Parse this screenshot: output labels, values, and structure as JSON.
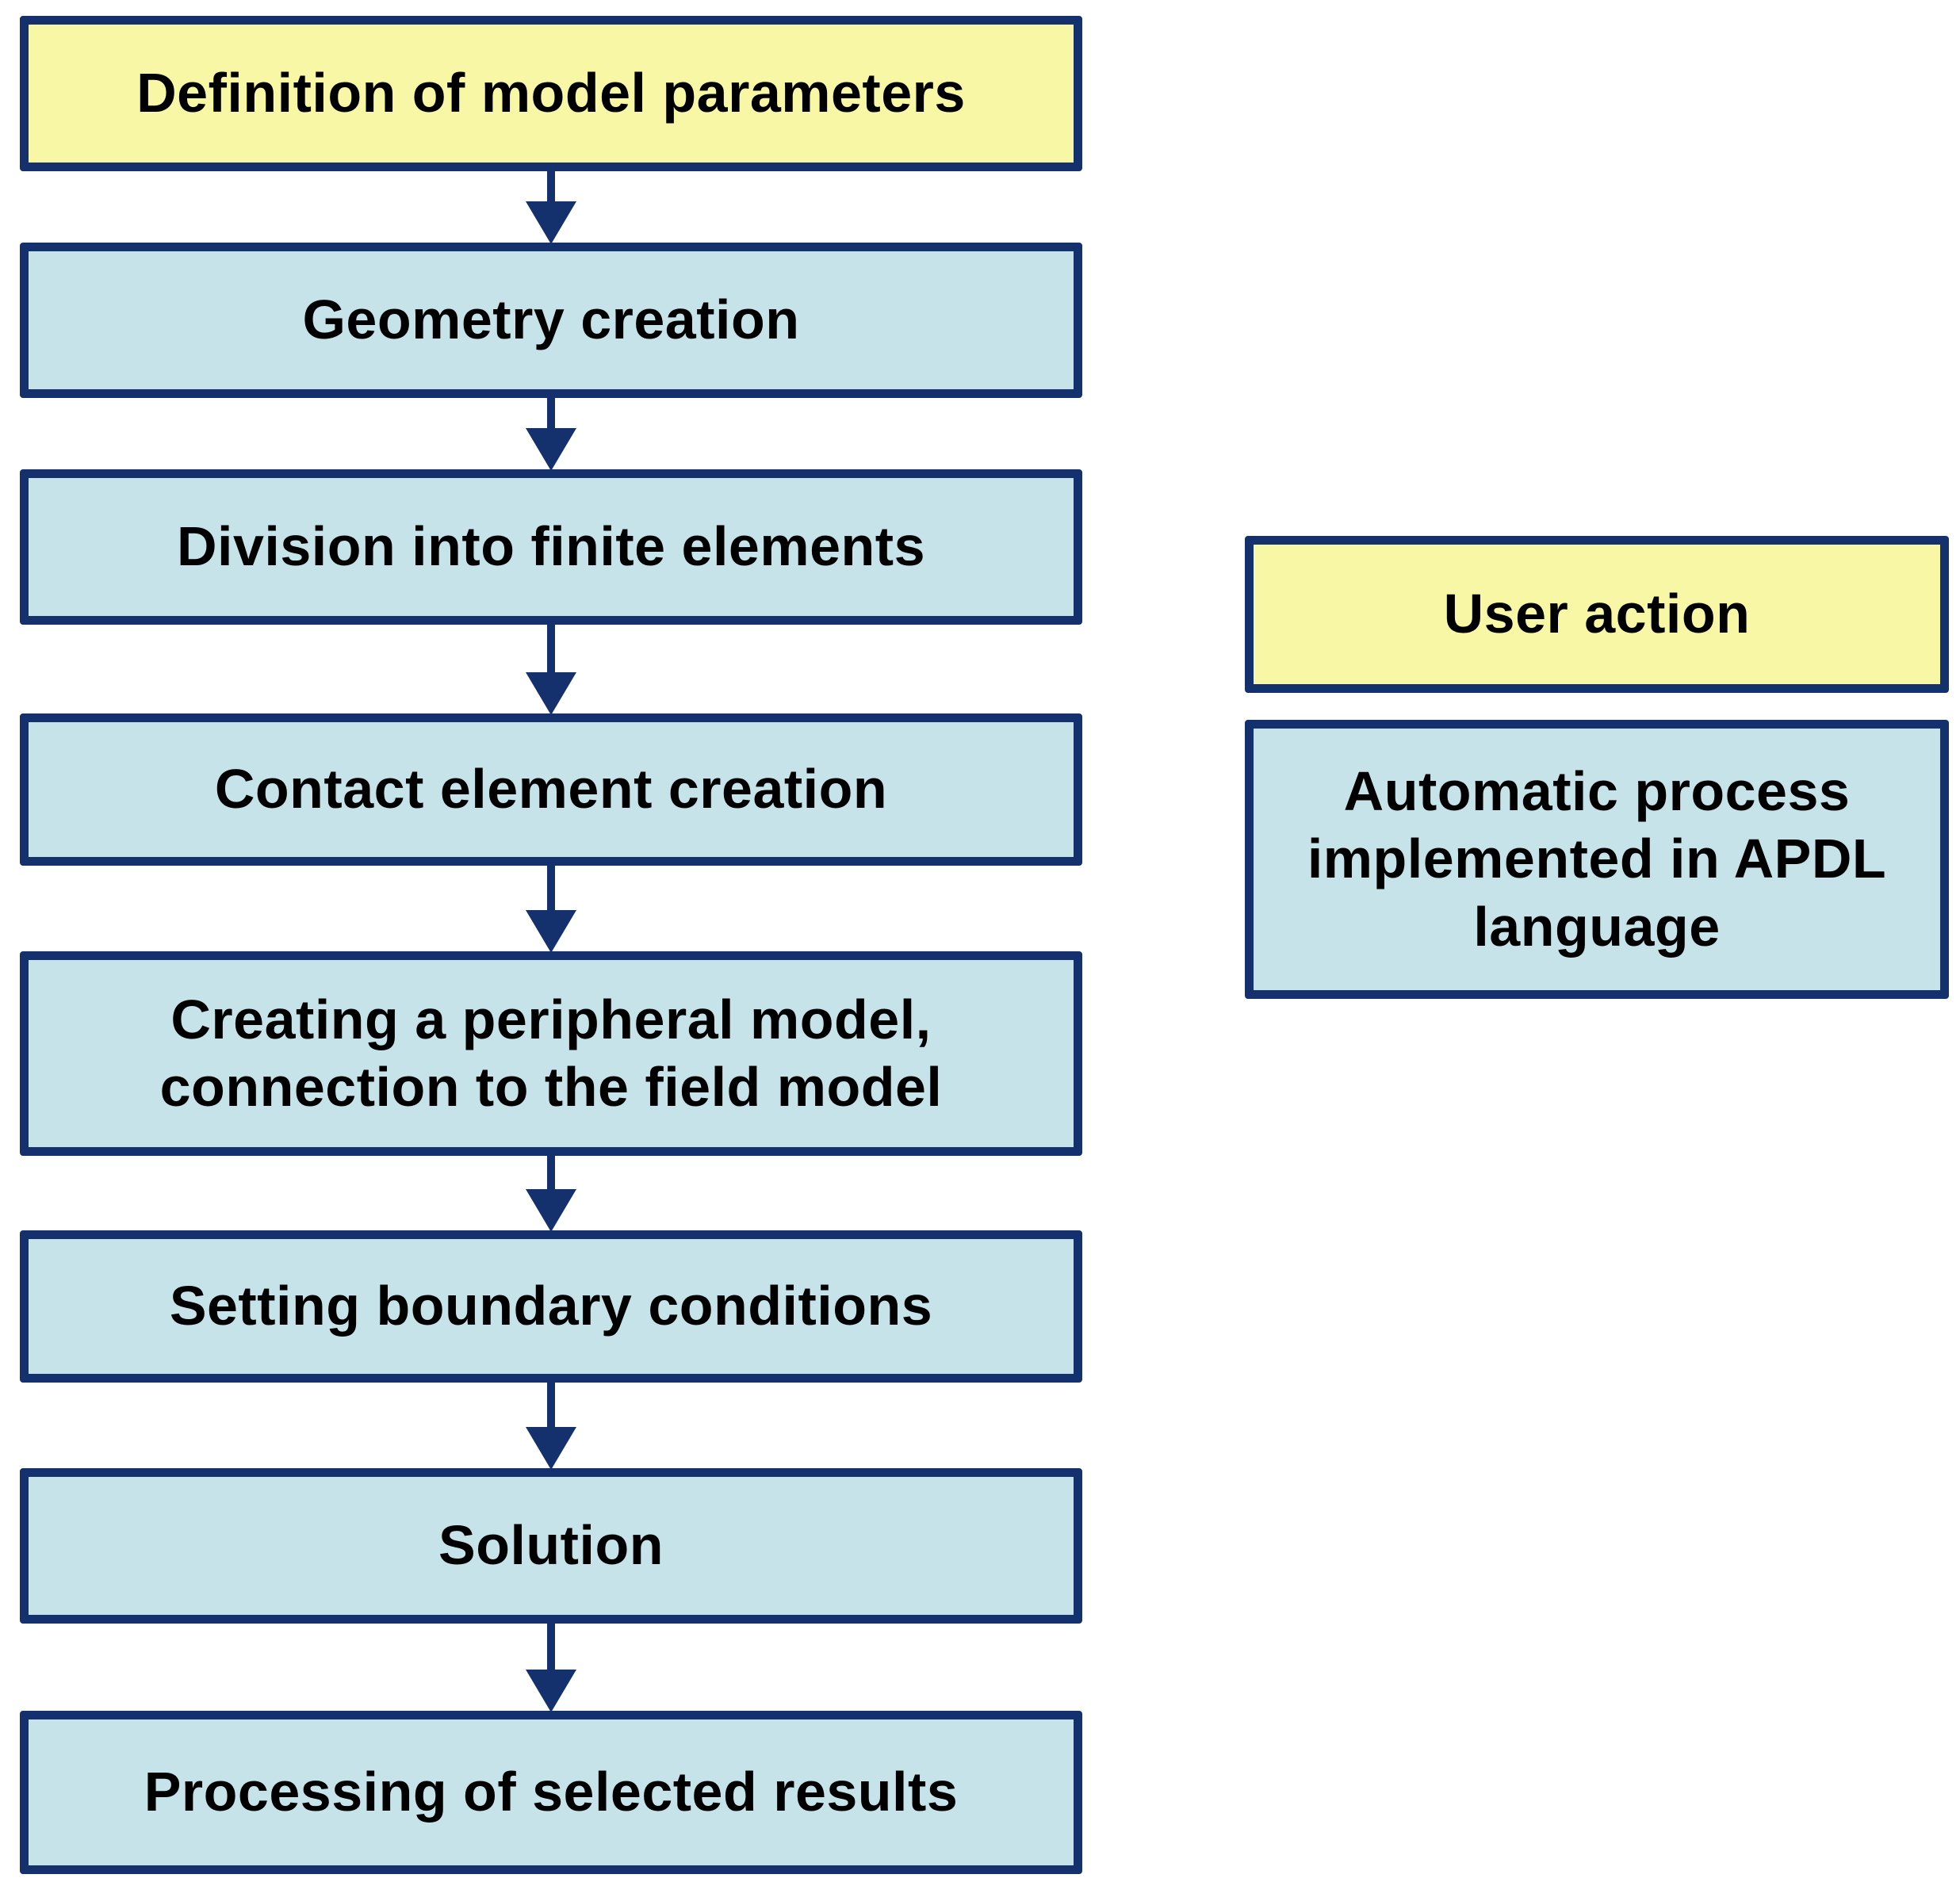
{
  "flow": {
    "steps": [
      {
        "id": "definition-of-model-parameters",
        "label": "Definition of model parameters",
        "kind": "user-action"
      },
      {
        "id": "geometry-creation",
        "label": "Geometry creation",
        "kind": "automatic-process"
      },
      {
        "id": "division-into-finite-elements",
        "label": "Division into finite elements",
        "kind": "automatic-process"
      },
      {
        "id": "contact-element-creation",
        "label": "Contact element creation",
        "kind": "automatic-process"
      },
      {
        "id": "creating-peripheral-model",
        "label": "Creating a peripheral model,\nconnection to the field model",
        "kind": "automatic-process"
      },
      {
        "id": "setting-boundary-conditions",
        "label": "Setting boundary conditions",
        "kind": "automatic-process"
      },
      {
        "id": "solution",
        "label": "Solution",
        "kind": "automatic-process"
      },
      {
        "id": "processing-of-selected-results",
        "label": "Processing of selected results",
        "kind": "automatic-process"
      }
    ],
    "connector_count": 7
  },
  "legend": {
    "items": [
      {
        "label": "User action",
        "kind": "user-action"
      },
      {
        "label": "Automatic process\nimplemented in APDL\nlanguage",
        "kind": "automatic-process"
      }
    ]
  },
  "colors": {
    "user_action_fill": "#f7f7a6",
    "automatic_process_fill": "#c6e3e9",
    "box_border": "#14316e",
    "arrow": "#14316e",
    "text": "#000000",
    "background": "#ffffff"
  }
}
